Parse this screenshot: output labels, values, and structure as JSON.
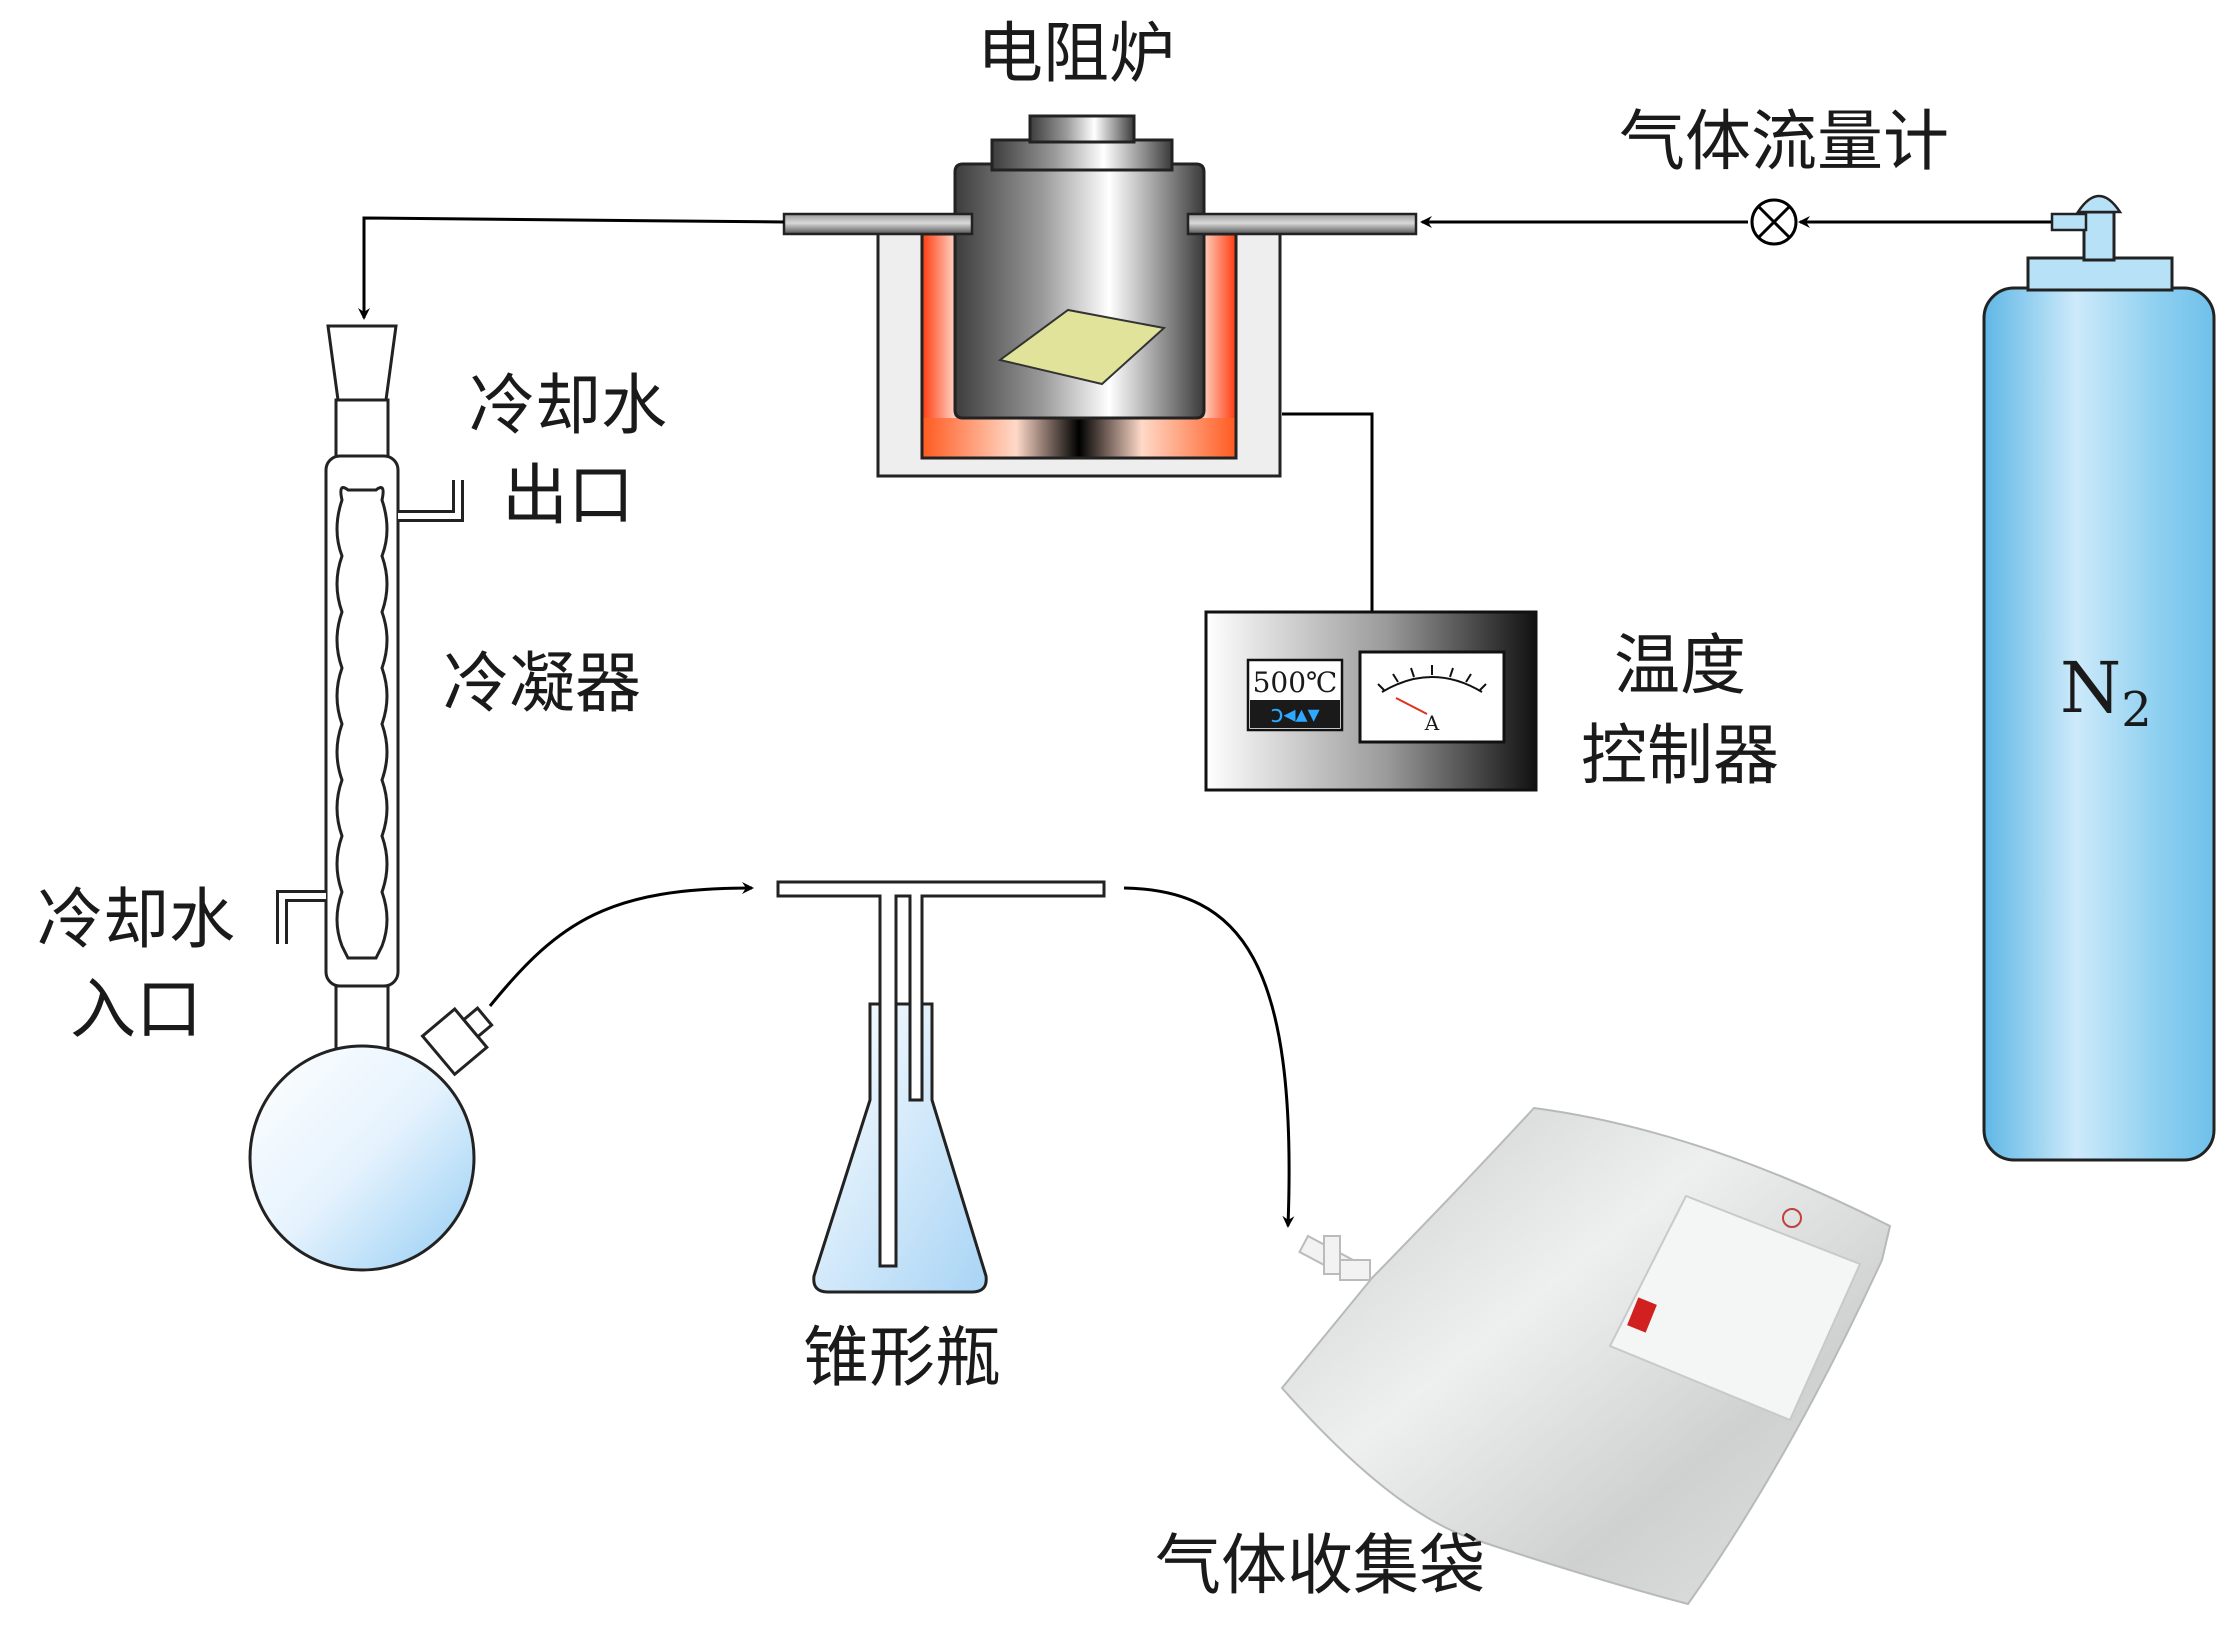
{
  "labels": {
    "furnace": "电阻炉",
    "flowmeter": "气体流量计",
    "coolant_out_1": "冷却水",
    "coolant_out_2": "出口",
    "condenser": "冷凝器",
    "coolant_in_1": "冷却水",
    "coolant_in_2": "入口",
    "controller_1": "温度",
    "controller_2": "控制器",
    "cylinder_main": "N",
    "cylinder_sub": "2",
    "flask": "锥形瓶",
    "bag": "气体收集袋"
  },
  "controller": {
    "display": "500℃",
    "buttons": "ↄ◂▴▾",
    "meter_unit": "A"
  },
  "colors": {
    "flask_fill": "#a8d4f5",
    "cylinder_fill": "#8fd0f0",
    "heater": "#ff5a1f",
    "sample": "#e2e39a",
    "bag": "#d6d8d8",
    "bag_logo": "#d02020"
  }
}
